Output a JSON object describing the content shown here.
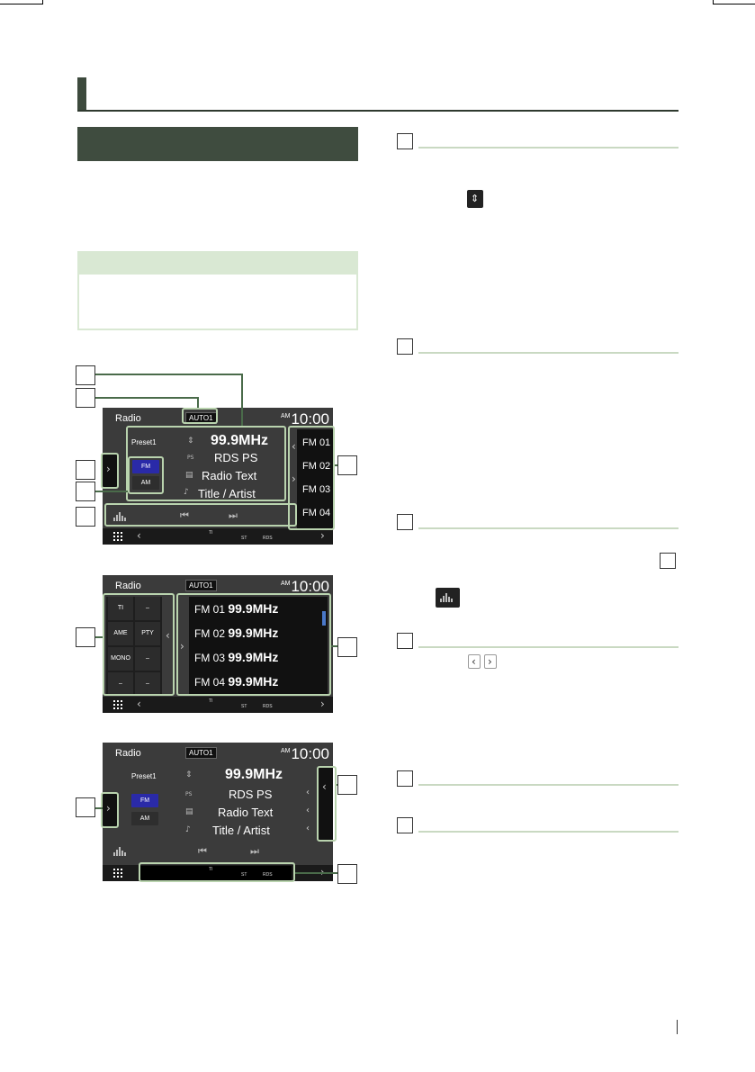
{
  "screen1": {
    "title": "Radio",
    "auto_label": "AUTO1",
    "time": "10:00",
    "ampm": "AM",
    "preset": "Preset1",
    "frequency": "99.9MHz",
    "ps_tag": "PS",
    "ps_text": "RDS PS",
    "radio_text": "Radio Text",
    "title_artist": "Title / Artist",
    "band_fm": "FM",
    "band_am": "AM",
    "presets": [
      "FM 01",
      "FM 02",
      "FM 03",
      "FM 04"
    ],
    "footer_ti": "TI",
    "footer_st": "ST",
    "footer_rds": "RDS"
  },
  "screen2": {
    "title": "Radio",
    "auto_label": "AUTO1",
    "time": "10:00",
    "ampm": "AM",
    "func_cells": [
      "TI",
      "–",
      "AME",
      "PTY",
      "MONO",
      "–",
      "–",
      "–"
    ],
    "preset_list": [
      {
        "label": "FM 01",
        "freq": "99.9MHz"
      },
      {
        "label": "FM 02",
        "freq": "99.9MHz"
      },
      {
        "label": "FM 03",
        "freq": "99.9MHz"
      },
      {
        "label": "FM 04",
        "freq": "99.9MHz"
      }
    ],
    "footer_ti": "TI",
    "footer_st": "ST",
    "footer_rds": "RDS"
  },
  "screen3": {
    "title": "Radio",
    "auto_label": "AUTO1",
    "time": "10:00",
    "ampm": "AM",
    "preset": "Preset1",
    "frequency": "99.9MHz",
    "ps_tag": "PS",
    "ps_text": "RDS PS",
    "radio_text": "Radio Text",
    "title_artist": "Title / Artist",
    "band_fm": "FM",
    "band_am": "AM",
    "footer_ti": "TI",
    "footer_st": "ST",
    "footer_rds": "RDS"
  },
  "icons": {
    "seek_prev": "⏮",
    "seek_next": "⏭",
    "chevron_left": "‹",
    "chevron_right": "›",
    "up_down": "⇕"
  },
  "colors": {
    "section_bar": "#3f4c3f",
    "note_header": "#d9e8d3",
    "highlight": "#b9d3ae",
    "band_selected": "#2a2aa8",
    "screen_bg": "#3b3b3b"
  }
}
